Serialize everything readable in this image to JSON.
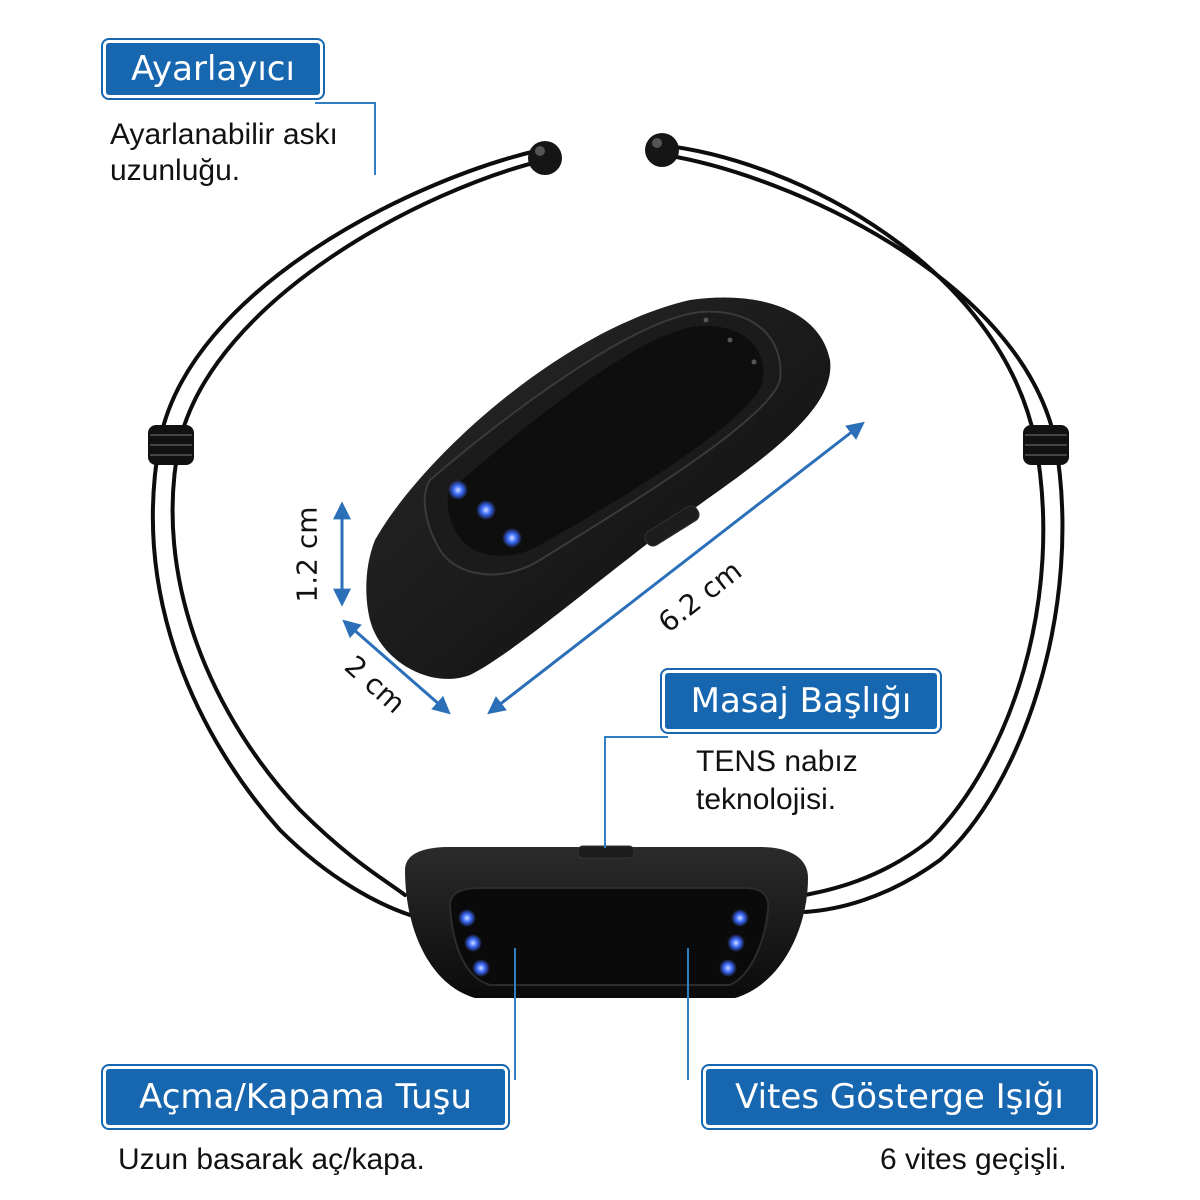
{
  "callouts": {
    "adjuster": {
      "title": "Ayarlayıcı",
      "line1": "Ayarlanabilir askı",
      "line2": "uzunluğu."
    },
    "massage_head": {
      "title": "Masaj Başlığı",
      "line1": "TENS nabız",
      "line2": "teknolojisi."
    },
    "power_button": {
      "title": "Açma/Kapama Tuşu",
      "desc": "Uzun basarak aç/kapa."
    },
    "gear_light": {
      "title": "Vites Gösterge Işığı",
      "desc": "6 vites geçişli."
    }
  },
  "dimensions": {
    "height": "1.2 cm",
    "width": "2 cm",
    "length": "6.2 cm"
  },
  "colors": {
    "label_bg": "#1766b0",
    "leader_line": "#2f7fc4",
    "dimension_arrow": "#2a6fb8",
    "led": "#3d6bff",
    "device": "#121212"
  }
}
